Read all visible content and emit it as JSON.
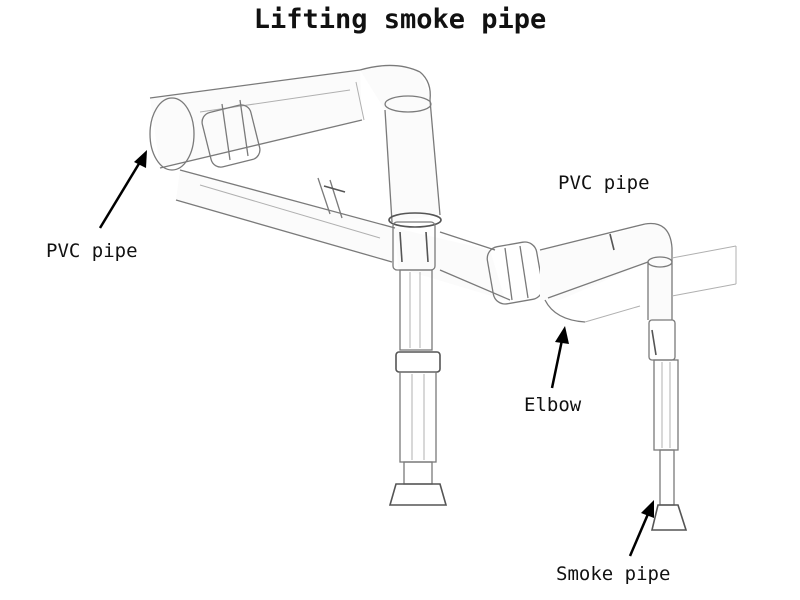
{
  "title": "Lifting smoke pipe",
  "labels": {
    "pvc_pipe_left": "PVC pipe",
    "pvc_pipe_right": "PVC pipe",
    "elbow": "Elbow",
    "smoke_pipe": "Smoke pipe"
  }
}
